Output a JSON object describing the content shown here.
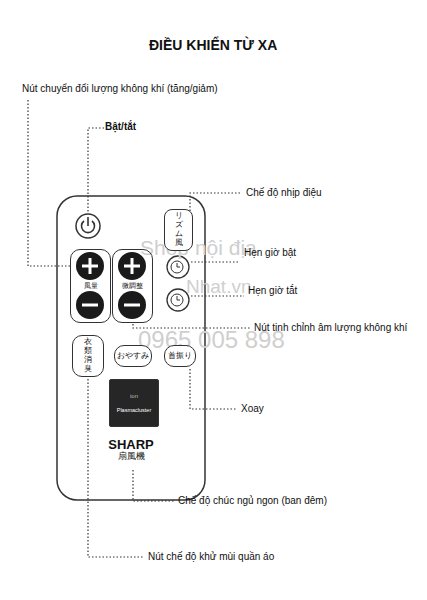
{
  "diagram": {
    "title": "ĐIỀU KHIỂN TỪ XA",
    "nodes": [
      {
        "text": [
          "SHARP",
          "扇風機"
        ]
      },
      {
        "text": [
          "リズム 風"
        ],
        "in": 0
      },
      {
        "text": [
          "風量"
        ],
        "in": 0
      },
      {
        "text": [
          "微調整"
        ],
        "in": 0
      },
      {
        "text": [
          "衣類 消臭"
        ],
        "in": 0
      },
      {
        "text": [
          "おやすみ"
        ],
        "in": 0
      },
      {
        "text": [
          "首振り"
        ],
        "in": 0
      },
      {
        "text": [
          "ion",
          "Plasmacluster"
        ],
        "in": 0
      }
    ],
    "labels": [
      "Nút chuyển đổi lượng không khí (tăng/giảm)",
      "Bật/tắt",
      "Chế độ nhịp điệu",
      "Hẹn giờ bật",
      "Hẹn giờ tắt",
      "Nút tinh chỉnh âm lượng không khí",
      "Xoay",
      "Chế độ chúc ngủ ngon (ban đêm)",
      "Nút chế độ khử mùi quần áo",
      "Shop nội địa",
      "Nhat.vn",
      "0965 005 898"
    ]
  }
}
